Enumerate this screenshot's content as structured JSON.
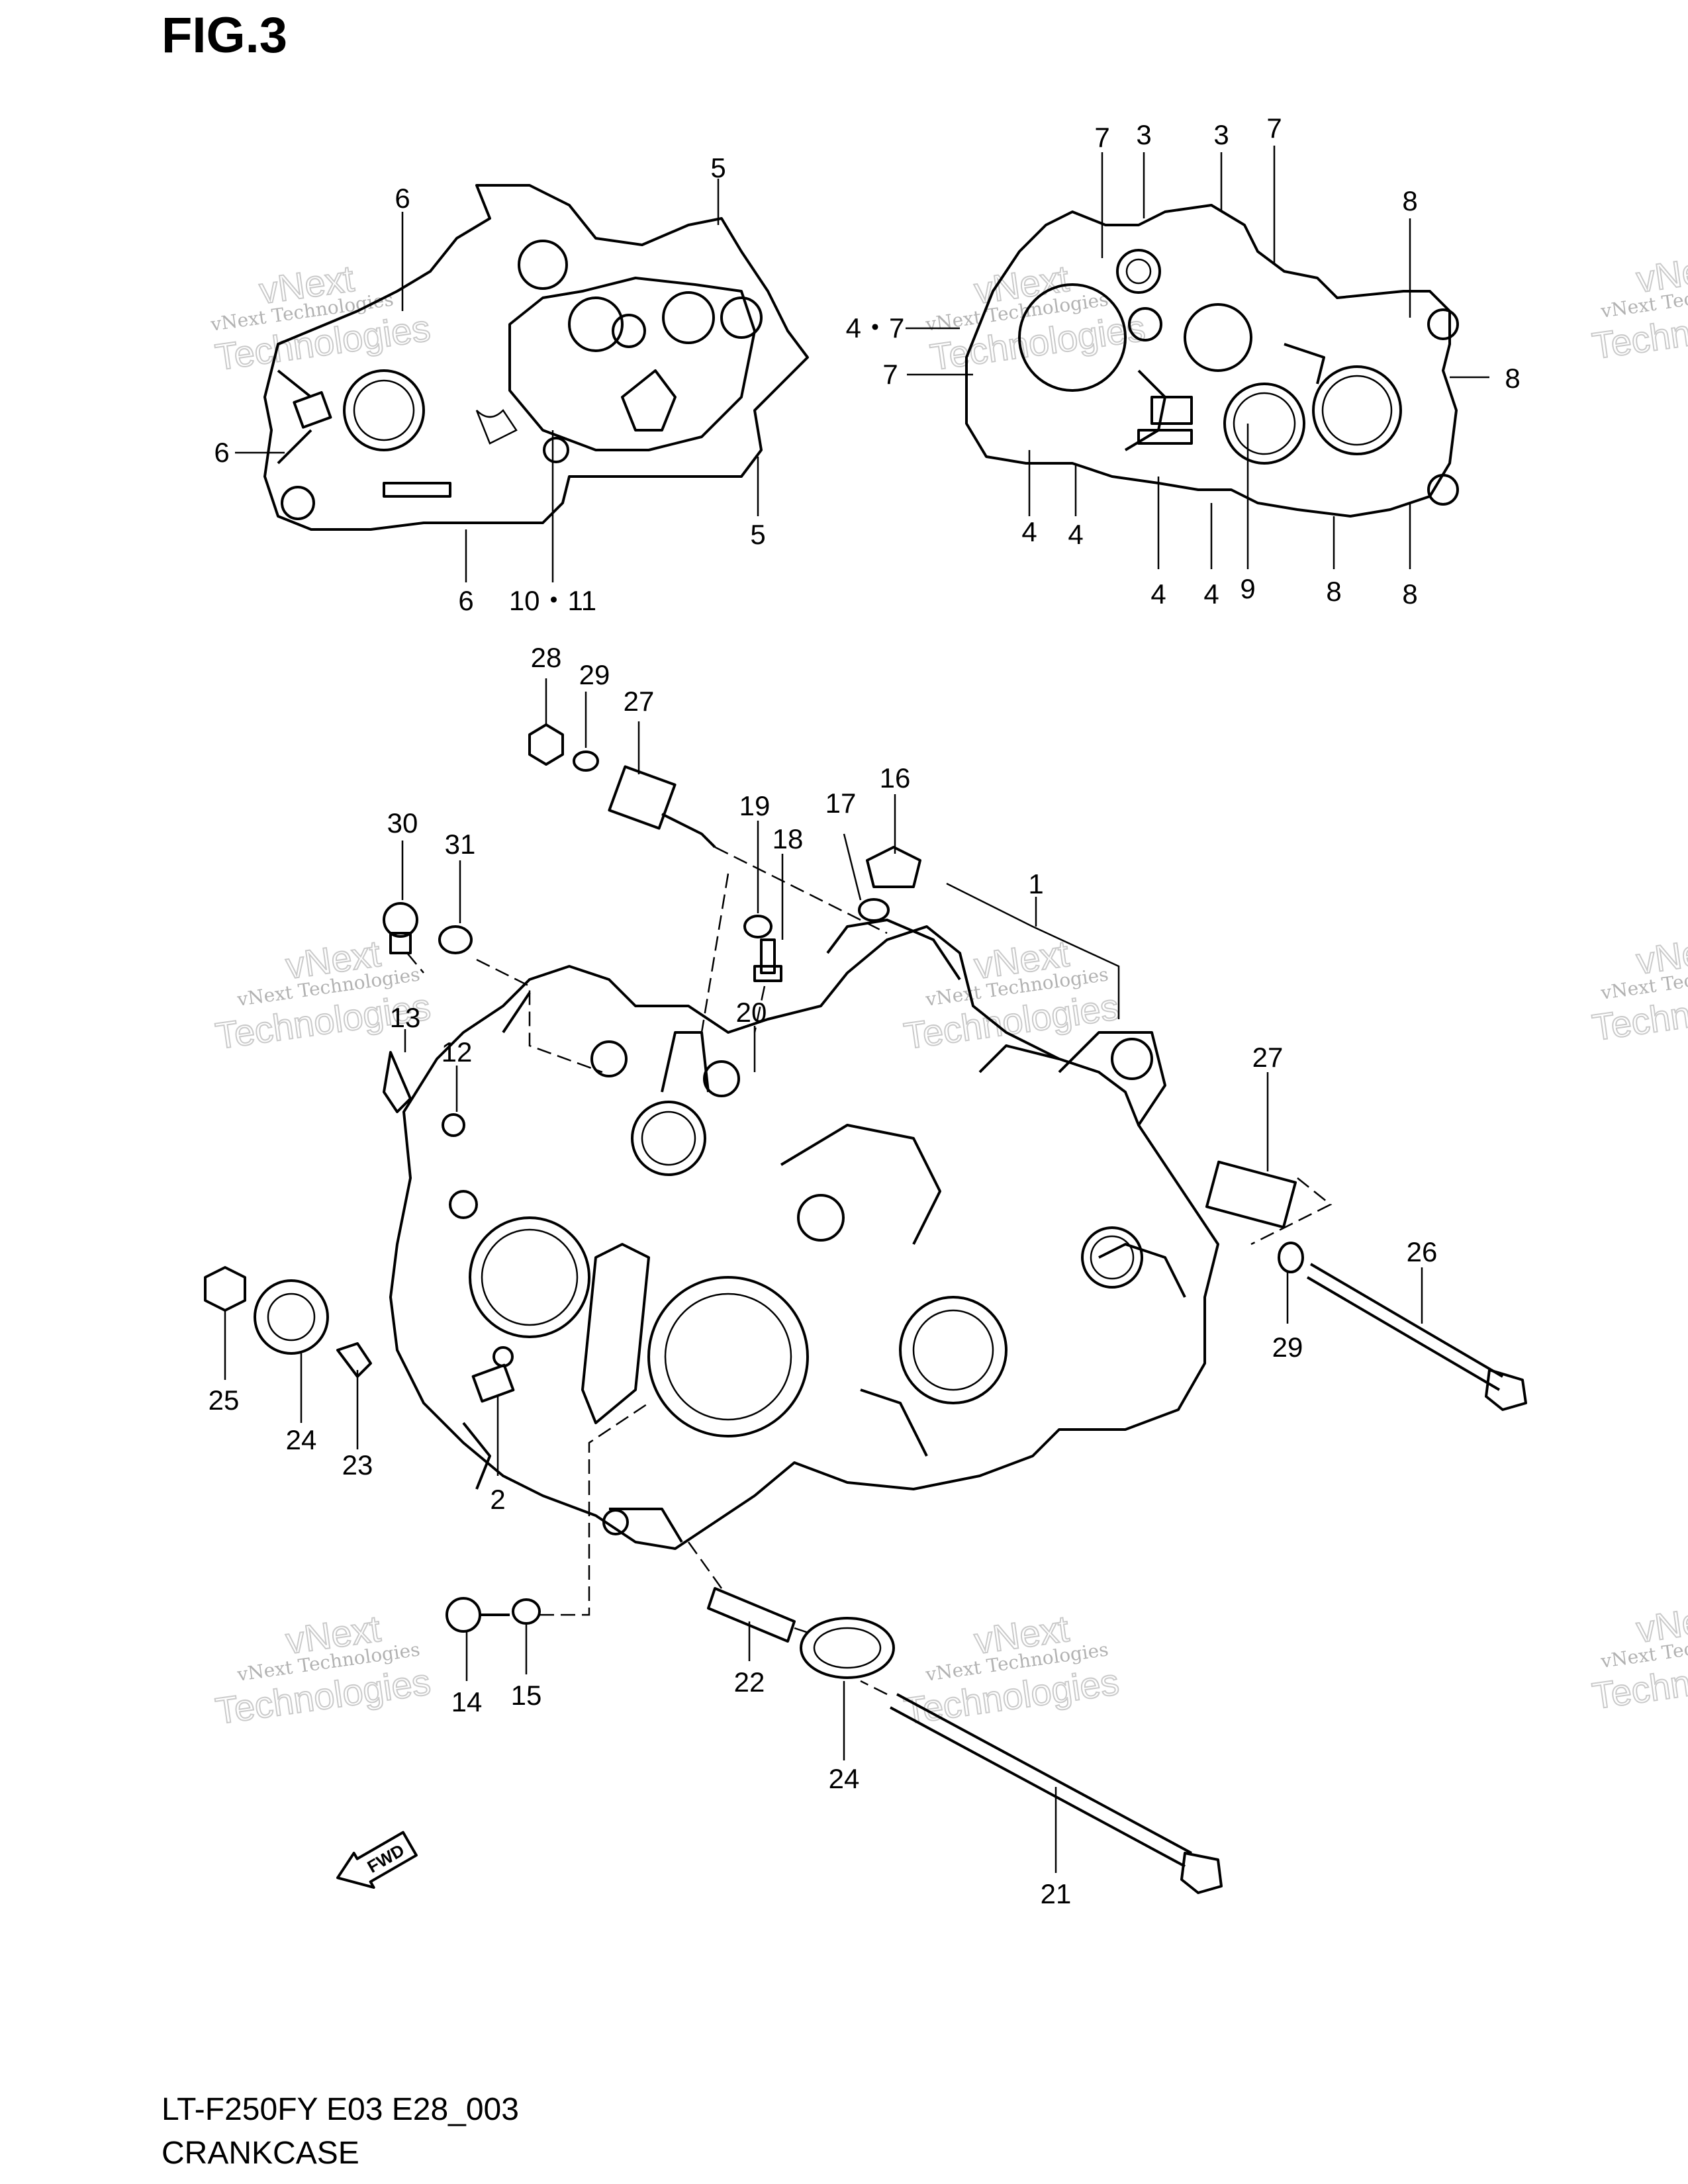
{
  "figure_label": "FIG.3",
  "footer": {
    "model_code": "LT-F250FY E03 E28_003",
    "section_name": "CRANKCASE"
  },
  "direction_marker": "FWD",
  "watermark": {
    "line1": "vNext Technologies",
    "line2": "vNext",
    "line3": "Technologies"
  },
  "callouts": {
    "c6a": "6",
    "c6b": "6",
    "c6c": "6",
    "c5a": "5",
    "c5b": "5",
    "c10_11": "10・11",
    "c7a": "7",
    "c3a": "3",
    "c3b": "3",
    "c7b": "7",
    "c4_7": "4・7",
    "c7c": "7",
    "c8a": "8",
    "c8b": "8",
    "c8c": "8",
    "c8d": "8",
    "c4a": "4",
    "c4b": "4",
    "c4c": "4",
    "c4d": "4",
    "c9": "9",
    "c28": "28",
    "c29a": "29",
    "c27a": "27",
    "c30": "30",
    "c31": "31",
    "c19": "19",
    "c18": "18",
    "c17": "17",
    "c16": "16",
    "c1": "1",
    "c20": "20",
    "c13": "13",
    "c12": "12",
    "c27b": "27",
    "c26": "26",
    "c29b": "29",
    "c25": "25",
    "c24a": "24",
    "c23": "23",
    "c2": "2",
    "c14": "14",
    "c15": "15",
    "c22": "22",
    "c24b": "24",
    "c21": "21"
  }
}
